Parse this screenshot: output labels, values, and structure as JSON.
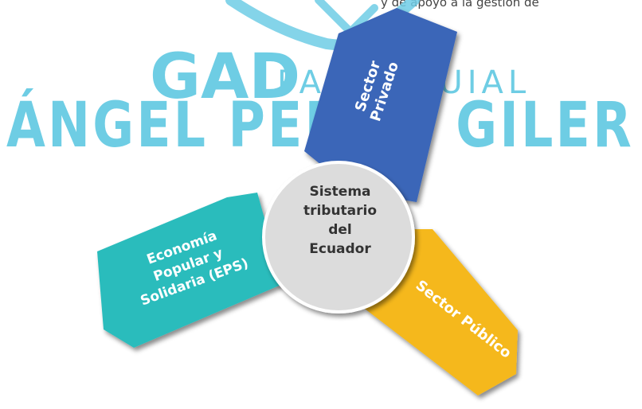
{
  "top_fragment": "y de apoyo a la gestión de",
  "watermark": {
    "line1_bold": "GAD",
    "line1_thin": "PARROQUIAL",
    "line2": "ÁNGEL PEDRO GILER",
    "color": "#5fc8e2",
    "logo_color": "#6fcde6"
  },
  "hub": {
    "line1": "Sistema",
    "line2": "tributario",
    "line3": "del",
    "line4": "Ecuador",
    "fill": "#dcdcdc",
    "stroke": "#ffffff",
    "text_color": "#333333"
  },
  "arms": {
    "privado": {
      "line1": "Sector",
      "line2": "Privado",
      "color": "#3a66b8"
    },
    "publico": {
      "label": "Sector Público",
      "color": "#f5b81c"
    },
    "eps": {
      "line1": "Economía",
      "line2": "Popular y",
      "line3": "Solidaria (EPS)",
      "color": "#2bbcbc"
    }
  }
}
